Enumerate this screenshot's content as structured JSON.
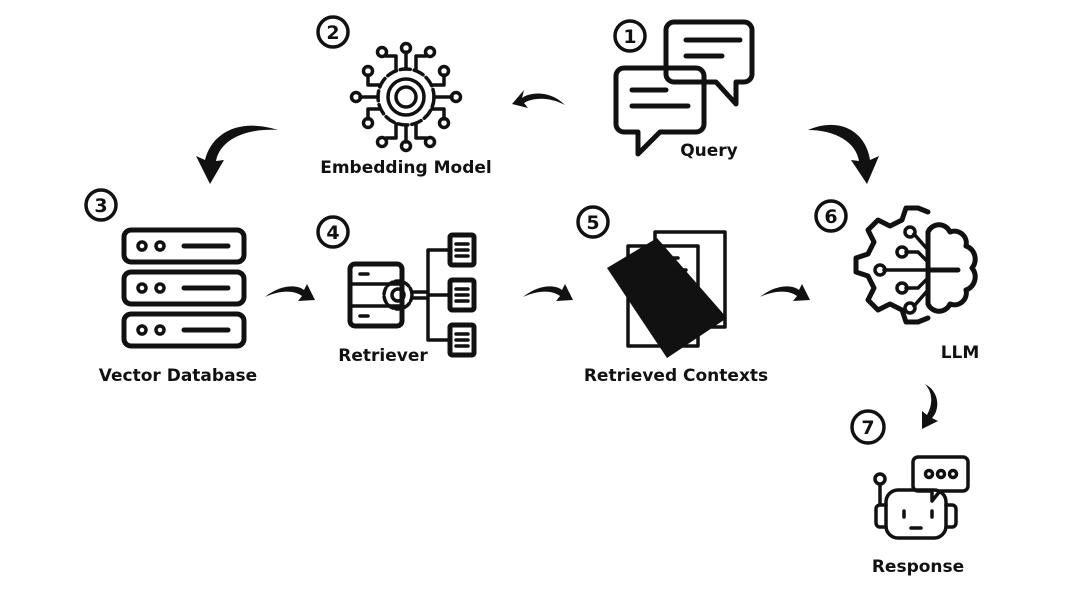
{
  "steps": [
    {
      "number": "1",
      "label": "Query",
      "icon": "chat-bubbles-icon"
    },
    {
      "number": "2",
      "label": "Embedding Model",
      "icon": "gear-circuit-icon"
    },
    {
      "number": "3",
      "label": "Vector Database",
      "icon": "server-stack-icon"
    },
    {
      "number": "4",
      "label": "Retriever",
      "icon": "retriever-documents-icon"
    },
    {
      "number": "5",
      "label": "Retrieved Contexts",
      "icon": "documents-icon"
    },
    {
      "number": "6",
      "label": "LLM",
      "icon": "brain-gear-icon"
    },
    {
      "number": "7",
      "label": "Response",
      "icon": "robot-chat-icon"
    }
  ],
  "colors": {
    "stroke": "#111111",
    "background": "#ffffff"
  }
}
